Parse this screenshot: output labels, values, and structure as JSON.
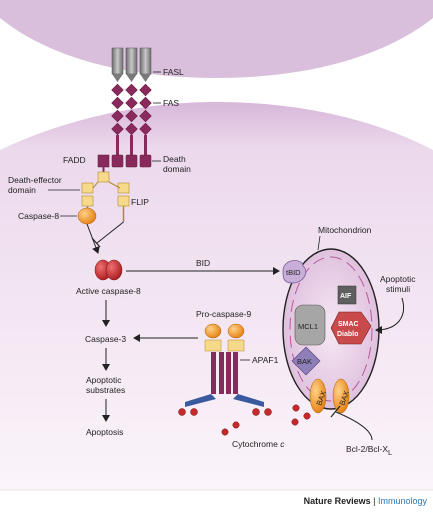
{
  "labels": {
    "fasl": "FASL",
    "fas": "FAS",
    "fadd": "FADD",
    "death_domain_1": "Death",
    "death_domain_2": "domain",
    "ded_1": "Death-effector",
    "ded_2": "domain",
    "flip": "FLIP",
    "caspase8": "Caspase-8",
    "mitochondrion": "Mitochondrion",
    "bid": "BID",
    "tbid": "tBID",
    "active_caspase8": "Active caspase-8",
    "apoptotic_stimuli_1": "Apoptotic",
    "apoptotic_stimuli_2": "stimuli",
    "aif": "AIF",
    "mcl1": "MCL1",
    "smac_1": "SMAC",
    "smac_2": "Diablo",
    "bak": "BAK",
    "bax_1": "BAX",
    "bax_2": "BAX",
    "procaspase9": "Pro-caspase-9",
    "caspase3": "Caspase-3",
    "apaf1": "APAF1",
    "apoptotic_substrates_1": "Apoptotic",
    "apoptotic_substrates_2": "substrates",
    "apoptosis": "Apoptosis",
    "cytochrome_c_main": "Cytochrome ",
    "cytochrome_c_italic": "c",
    "bcl2_main": "Bcl-2/Bcl-X",
    "bcl2_sub": "L"
  },
  "footer": {
    "journal": "Nature Reviews",
    "separator": " | ",
    "section": "Immunology"
  },
  "colors": {
    "membrane": "#d8bcdc",
    "cytoplasm": "#f7edf5",
    "receptor": "#8a2a5c",
    "fasl_grey": "#8c8c8c",
    "caspase_orange": "#f0951e",
    "caspase_red": "#c4282c",
    "mito_outer": "#ecd3ea",
    "smac_red": "#c94a4a",
    "bak_purple": "#8f7fb8",
    "cytc_red": "#c52a2a",
    "footer_blue": "#2a7ab8"
  }
}
